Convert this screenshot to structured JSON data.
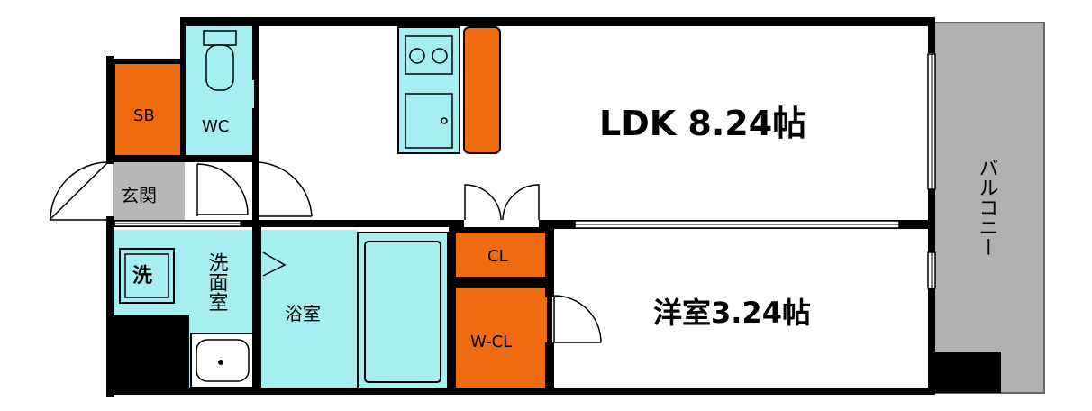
{
  "rooms": {
    "ldk": "LDK 8.24帖",
    "western_room": "洋室3.24帖",
    "balcony": "バルコニー",
    "sb": "SB",
    "wc": "WC",
    "entrance": "玄関",
    "washroom": "洗面室",
    "washer": "洗",
    "bathroom": "浴室",
    "cl": "CL",
    "wcl": "W-CL"
  },
  "colors": {
    "wall": "#000000",
    "wet_area": "#a6eef2",
    "storage": "#f06a10",
    "balcony": "#b0b0b0",
    "entrance": "#b8b8b8",
    "floor": "#ffffff"
  },
  "icons": [
    "stove-icon",
    "sink-icon",
    "toilet-icon",
    "washbasin-icon",
    "bathtub-icon",
    "swing-door-icon",
    "sliding-window-icon"
  ]
}
